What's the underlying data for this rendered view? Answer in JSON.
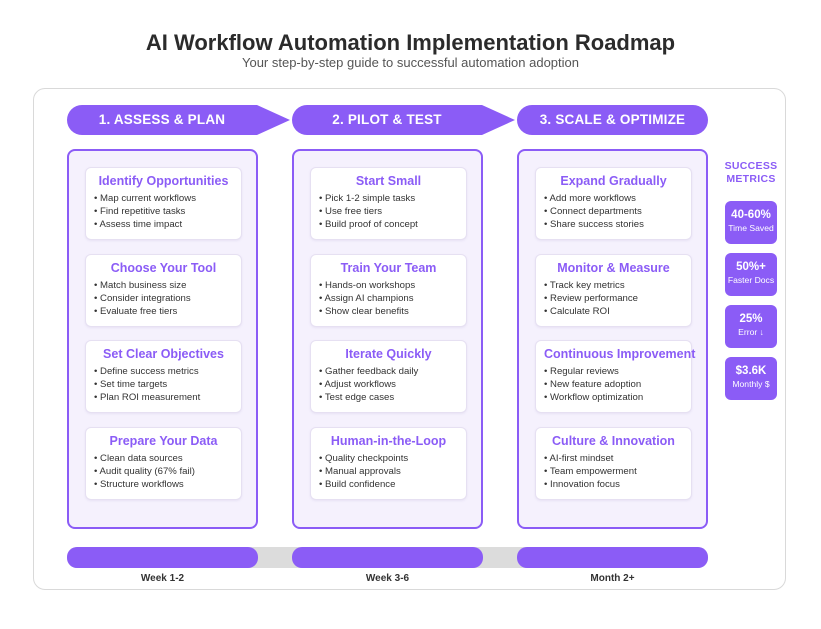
{
  "header": {
    "title": "AI Workflow Automation Implementation Roadmap",
    "subtitle": "Your step-by-step guide to successful automation adoption"
  },
  "colors": {
    "accent": "#8b5cf6",
    "panel": "#f5f1fd",
    "track": "#dcdcdc"
  },
  "phases": [
    {
      "label": "1. ASSESS & PLAN",
      "cards": [
        {
          "title": "Identify Opportunities",
          "items": [
            "• Map current workflows",
            "• Find repetitive tasks",
            "• Assess time impact"
          ]
        },
        {
          "title": "Choose Your Tool",
          "items": [
            "• Match business size",
            "• Consider integrations",
            "• Evaluate free tiers"
          ]
        },
        {
          "title": "Set Clear Objectives",
          "items": [
            "• Define success metrics",
            "• Set time targets",
            "• Plan ROI measurement"
          ]
        },
        {
          "title": "Prepare Your Data",
          "items": [
            "• Clean data sources",
            "• Audit quality (67% fail)",
            "• Structure workflows"
          ]
        }
      ],
      "timeline": "Week 1-2"
    },
    {
      "label": "2. PILOT & TEST",
      "cards": [
        {
          "title": "Start Small",
          "items": [
            "• Pick 1-2 simple tasks",
            "• Use free tiers",
            "• Build proof of concept"
          ]
        },
        {
          "title": "Train Your Team",
          "items": [
            "• Hands-on workshops",
            "• Assign AI champions",
            "• Show clear benefits"
          ]
        },
        {
          "title": "Iterate Quickly",
          "items": [
            "• Gather feedback daily",
            "• Adjust workflows",
            "• Test edge cases"
          ]
        },
        {
          "title": "Human-in-the-Loop",
          "items": [
            "• Quality checkpoints",
            "• Manual approvals",
            "• Build confidence"
          ]
        }
      ],
      "timeline": "Week 3-6"
    },
    {
      "label": "3. SCALE & OPTIMIZE",
      "cards": [
        {
          "title": "Expand Gradually",
          "items": [
            "• Add more workflows",
            "• Connect departments",
            "• Share success stories"
          ]
        },
        {
          "title": "Monitor & Measure",
          "items": [
            "• Track key metrics",
            "• Review performance",
            "• Calculate ROI"
          ]
        },
        {
          "title": "Continuous Improvement",
          "items": [
            "• Regular reviews",
            "• New feature adoption",
            "• Workflow optimization"
          ]
        },
        {
          "title": "Culture & Innovation",
          "items": [
            "• AI-first mindset",
            "• Team empowerment",
            "• Innovation focus"
          ]
        }
      ],
      "timeline": "Month 2+"
    }
  ],
  "metrics": {
    "heading_line1": "SUCCESS",
    "heading_line2": "METRICS",
    "items": [
      {
        "value": "40-60%",
        "label": "Time Saved"
      },
      {
        "value": "50%+",
        "label": "Faster Docs"
      },
      {
        "value": "25%",
        "label": "Error ↓"
      },
      {
        "value": "$3.6K",
        "label": "Monthly $"
      }
    ]
  }
}
